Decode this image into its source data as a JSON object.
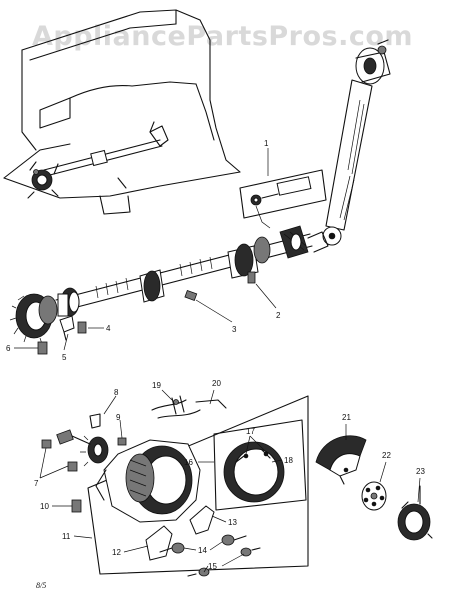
{
  "watermark": "AppliancePartsPros.com",
  "corner_code": "8/5",
  "callouts": [
    {
      "id": "c1",
      "text": "1"
    },
    {
      "id": "c2",
      "text": "2"
    },
    {
      "id": "c3",
      "text": "3"
    },
    {
      "id": "c4a",
      "text": "4"
    },
    {
      "id": "c4b",
      "text": "4"
    },
    {
      "id": "c5",
      "text": "5"
    },
    {
      "id": "c6",
      "text": "6"
    },
    {
      "id": "c7",
      "text": "7"
    },
    {
      "id": "c8",
      "text": "8"
    },
    {
      "id": "c9",
      "text": "9"
    },
    {
      "id": "c10",
      "text": "10"
    },
    {
      "id": "c11",
      "text": "11"
    },
    {
      "id": "c12",
      "text": "12"
    },
    {
      "id": "c13",
      "text": "13"
    },
    {
      "id": "c14",
      "text": "14"
    },
    {
      "id": "c15",
      "text": "15"
    },
    {
      "id": "c16",
      "text": "16"
    },
    {
      "id": "c17",
      "text": "17"
    },
    {
      "id": "c18",
      "text": "18"
    },
    {
      "id": "c19",
      "text": "19"
    },
    {
      "id": "c20",
      "text": "20"
    },
    {
      "id": "c21",
      "text": "21"
    },
    {
      "id": "c22",
      "text": "22"
    },
    {
      "id": "c23",
      "text": "23"
    }
  ]
}
